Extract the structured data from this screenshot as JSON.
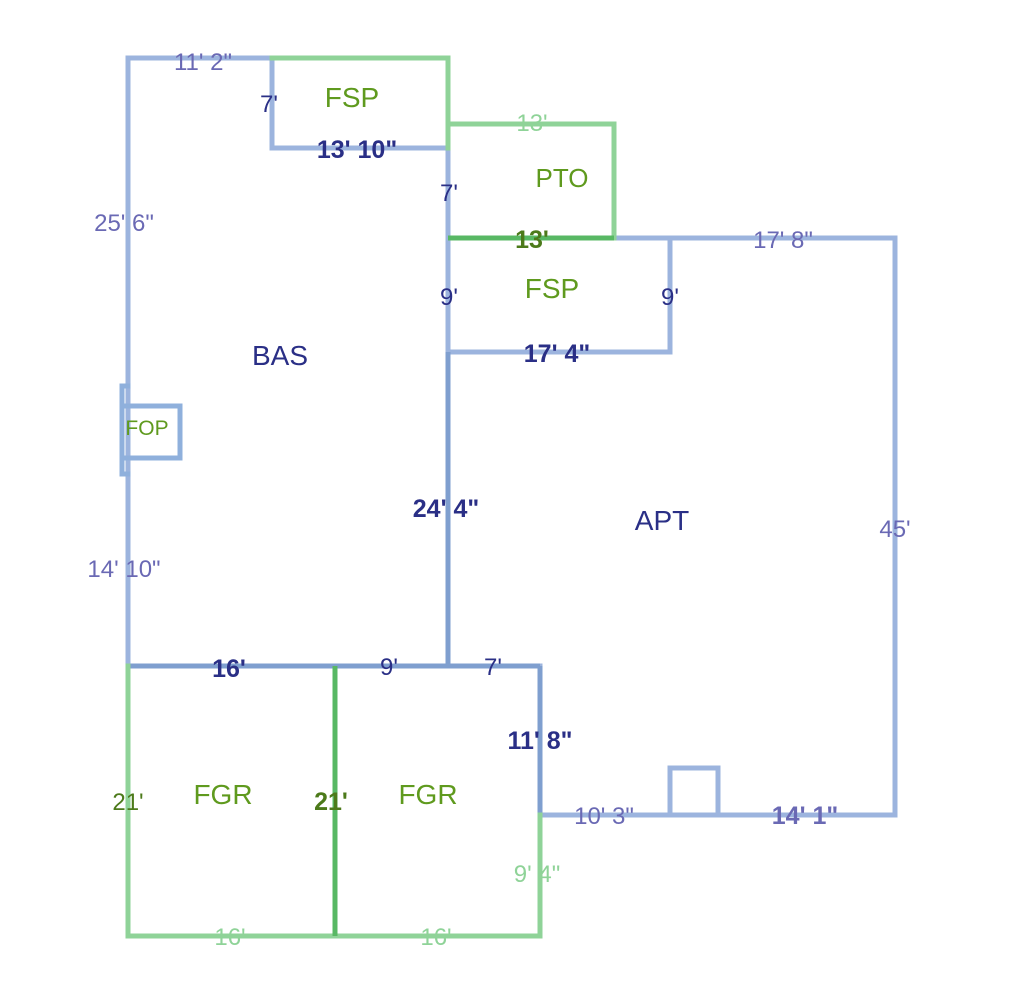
{
  "colors": {
    "blue_line": "#9cb4de",
    "blue_line_dark": "#7f9fcf",
    "green_line": "#8fd398",
    "green_line_dark": "#58b864",
    "navy_text": "#2a2f86",
    "purple_text": "#6a69b4",
    "green_text": "#5f9a1e",
    "olive_text": "#4c7a1a"
  },
  "areas": {
    "bas": "BAS",
    "apt": "APT",
    "fsp_top": "FSP",
    "fsp_mid": "FSP",
    "pto": "PTO",
    "fop": "FOP",
    "fgr_left": "FGR",
    "fgr_right": "FGR"
  },
  "dims": {
    "top_width": "11' 2\"",
    "fsp_top_side": "7'",
    "fsp_top_bottom": "13' 10\"",
    "pto_top": "13'",
    "pto_side": "7'",
    "pto_bottom": "13'",
    "apt_top": "17' 8\"",
    "fsp_mid_left": "9'",
    "fsp_mid_right": "9'",
    "fsp_mid_bottom": "17' 4\"",
    "bas_left_upper": "25' 6\"",
    "bas_left_lower": "14' 10\"",
    "bas_right": "24' 4\"",
    "apt_right": "45'",
    "bas_bottom": "16'",
    "mid_bottom": "9'",
    "step_top": "7'",
    "step_side": "11' 8\"",
    "apt_bottom_left": "10' 3\"",
    "apt_bottom_right": "14' 1\"",
    "fgr_left_side": "21'",
    "fgr_mid_side": "21'",
    "fgr_right_side": "9' 4\"",
    "fgr_left_bottom": "16'",
    "fgr_right_bottom": "16'"
  }
}
